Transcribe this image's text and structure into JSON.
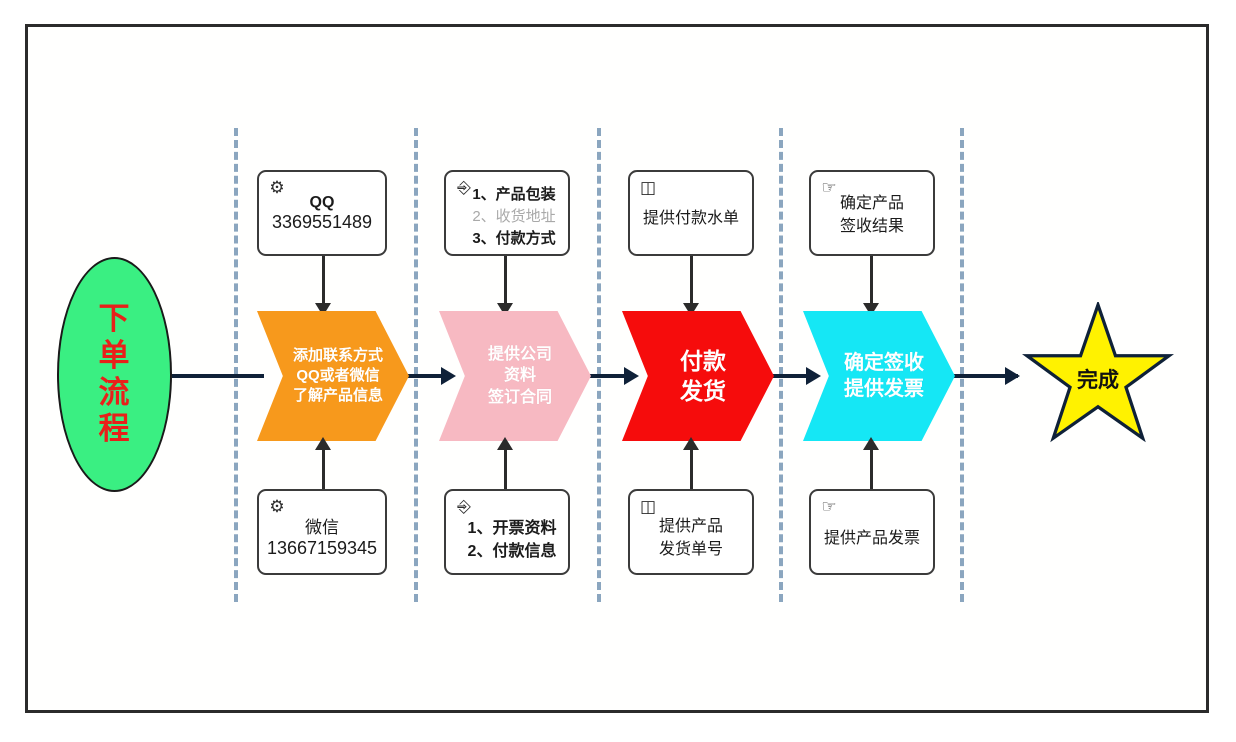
{
  "diagram": {
    "title": "下单流程",
    "start": {
      "label": "下单流程",
      "shape": "ellipse",
      "fill": "#3AEF82",
      "text_color": "#E8201A"
    },
    "end": {
      "label": "完成",
      "shape": "star",
      "fill": "#FFF200",
      "stroke": "#0F2138",
      "text_color": "#111111"
    },
    "stages": [
      {
        "id": "stage-1",
        "label": "添加联系方式\nQQ或者微信\n了解产品信息",
        "fill": "#F7991C",
        "text_color": "#FFFFFF",
        "top_note": {
          "icon": "gear-icon",
          "lines": [
            {
              "text": "QQ",
              "style": "bold"
            },
            {
              "text": "3369551489",
              "style": "normal"
            }
          ]
        },
        "bottom_note": {
          "icon": "gear-icon",
          "lines": [
            {
              "text": "微信",
              "style": "normal"
            },
            {
              "text": "13667159345",
              "style": "normal"
            }
          ]
        }
      },
      {
        "id": "stage-2",
        "label": "提供公司\n资料\n签订合同",
        "fill": "#F7B9C2",
        "text_color": "#FFFFFF",
        "top_note": {
          "icon": "person-box-icon",
          "lines": [
            {
              "text": "1、产品包装",
              "style": "bold"
            },
            {
              "text": "2、收货地址",
              "style": "dim"
            },
            {
              "text": "3、付款方式",
              "style": "bold"
            }
          ]
        },
        "bottom_note": {
          "icon": "person-box-icon",
          "lines": [
            {
              "text": "1、开票资料",
              "style": "bold"
            },
            {
              "text": "2、付款信息",
              "style": "bold"
            }
          ]
        }
      },
      {
        "id": "stage-3",
        "label": "付款\n发货",
        "fill": "#F60C0C",
        "text_color": "#FFFFFF",
        "top_note": {
          "icon": "list-document-icon",
          "lines": [
            {
              "text": "提供付款水单",
              "style": "normal"
            }
          ]
        },
        "bottom_note": {
          "icon": "list-document-icon",
          "lines": [
            {
              "text": "提供产品",
              "style": "normal"
            },
            {
              "text": "发货单号",
              "style": "normal"
            }
          ]
        }
      },
      {
        "id": "stage-4",
        "label": "确定签收\n提供发票",
        "fill": "#15E7F5",
        "text_color": "#FFFFFF",
        "top_note": {
          "icon": "pointing-hand-icon",
          "lines": [
            {
              "text": "确定产品",
              "style": "normal"
            },
            {
              "text": "签收结果",
              "style": "normal"
            }
          ]
        },
        "bottom_note": {
          "icon": "pointing-hand-icon",
          "lines": [
            {
              "text": "提供产品发票",
              "style": "normal"
            }
          ]
        }
      }
    ],
    "colors": {
      "divider": "#8BA6BF",
      "connector": "#0F2138",
      "note_border": "#3B3B3B",
      "frame_border": "#2B2B2B"
    }
  }
}
